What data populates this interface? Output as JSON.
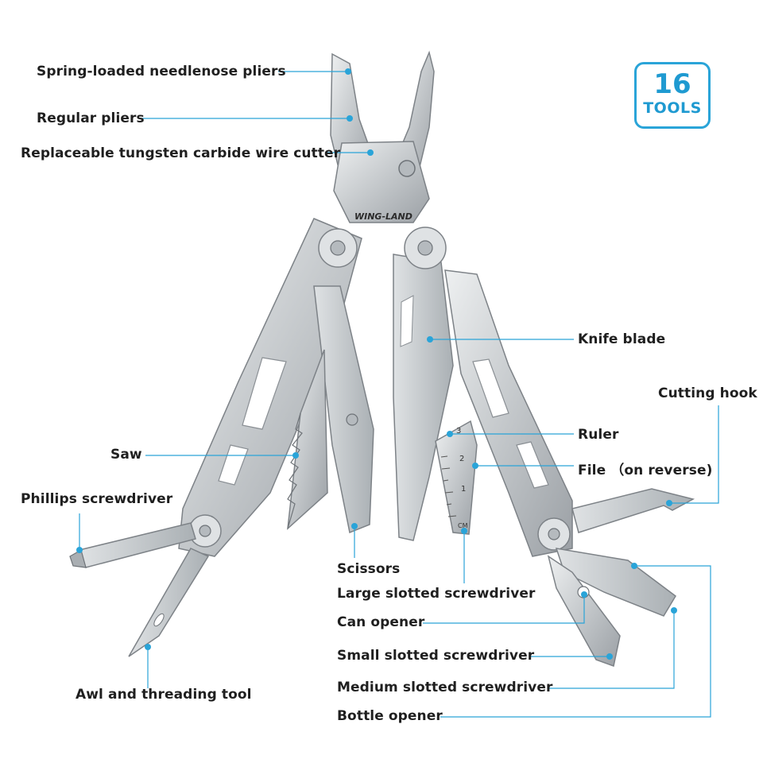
{
  "badge": {
    "number": "16",
    "text": "TOOLS",
    "color": "#2aa4d8"
  },
  "brand": "WING-LAND",
  "labels": {
    "needlenose": "Spring-loaded needlenose pliers",
    "regular_pliers": "Regular pliers",
    "wire_cutter": "Replaceable tungsten carbide wire cutter",
    "saw": "Saw",
    "phillips": "Phillips screwdriver",
    "awl": "Awl and threading tool",
    "knife": "Knife blade",
    "cutting_hook": "Cutting hook",
    "ruler": "Ruler",
    "file": "File （on reverse)",
    "scissors": "Scissors",
    "large_slotted": "Large slotted screwdriver",
    "can_opener": "Can opener",
    "small_slotted": "Small slotted screwdriver",
    "medium_slotted": "Medium slotted screwdriver",
    "bottle_opener": "Bottle opener"
  },
  "ruler_marks": [
    "3",
    "2",
    "1",
    "CM"
  ],
  "colors": {
    "leader": "#2aa4d8",
    "steel": "#c9ccce",
    "steel_dark": "#8f9499",
    "text": "#1f1f1f"
  }
}
